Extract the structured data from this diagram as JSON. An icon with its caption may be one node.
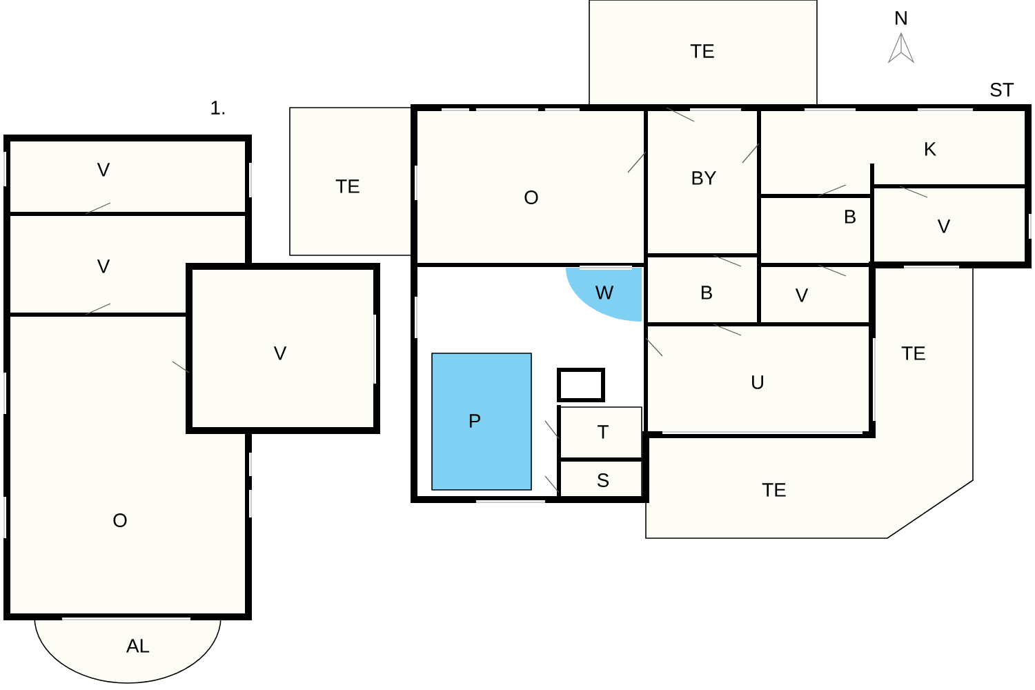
{
  "diagram": {
    "nodes": [
      {
        "text": [
          "V"
        ]
      },
      {
        "text": [
          "V"
        ]
      },
      {
        "text": [
          "V"
        ]
      },
      {
        "text": [
          "O"
        ]
      },
      {
        "text": [
          "AL"
        ]
      },
      {
        "text": [
          "TE"
        ]
      },
      {
        "text": [
          "TE"
        ]
      },
      {
        "text": [
          "O"
        ]
      },
      {
        "text": [
          "BY"
        ]
      },
      {
        "text": [
          "K"
        ]
      },
      {
        "text": [
          "B"
        ]
      },
      {
        "text": [
          "V"
        ]
      },
      {
        "text": [
          "W"
        ]
      },
      {
        "text": [
          "B"
        ]
      },
      {
        "text": [
          "V"
        ]
      },
      {
        "text": [
          "TE",
          "TE"
        ]
      },
      {
        "text": [
          "U"
        ]
      },
      {
        "text": [
          "P"
        ]
      },
      {
        "text": [
          "T"
        ]
      },
      {
        "text": [
          "S"
        ]
      }
    ],
    "labels": [
      "1.",
      "N",
      "ST"
    ]
  }
}
